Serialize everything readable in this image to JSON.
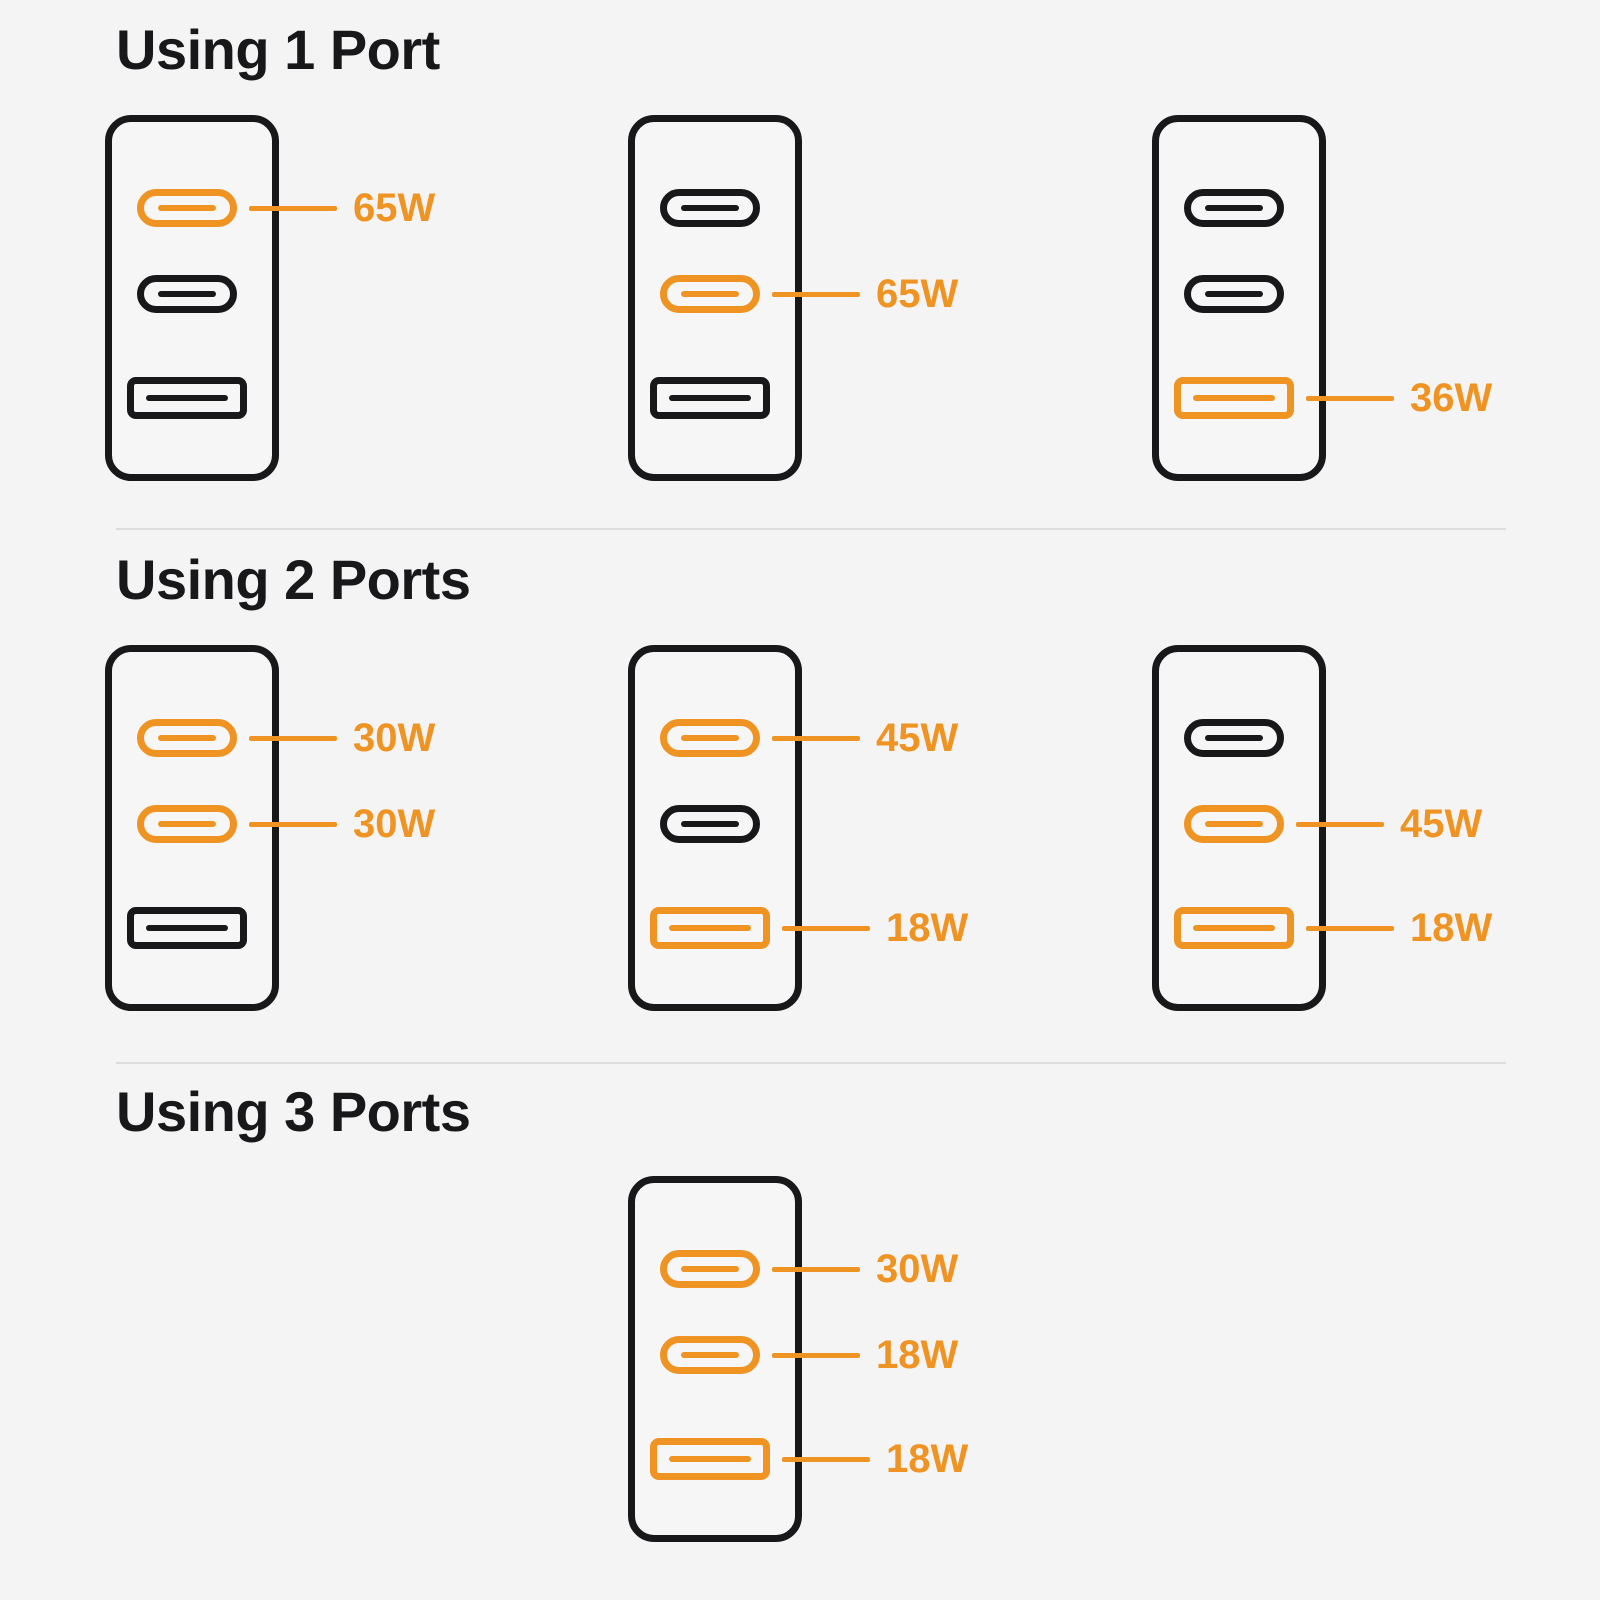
{
  "theme": {
    "background": "#f4f4f4",
    "accent": "#ef9323",
    "outline": "#18181a",
    "divider": "#dcdcdc"
  },
  "sections": [
    {
      "id": "using-1-port",
      "title": "Using 1 Port",
      "devices": [
        {
          "id": "row1-device1",
          "ports": [
            {
              "type": "usb-c",
              "active": true,
              "label": "65W"
            },
            {
              "type": "usb-c",
              "active": false,
              "label": ""
            },
            {
              "type": "usb-a",
              "active": false,
              "label": ""
            }
          ]
        },
        {
          "id": "row1-device2",
          "ports": [
            {
              "type": "usb-c",
              "active": false,
              "label": ""
            },
            {
              "type": "usb-c",
              "active": true,
              "label": "65W"
            },
            {
              "type": "usb-a",
              "active": false,
              "label": ""
            }
          ]
        },
        {
          "id": "row1-device3",
          "ports": [
            {
              "type": "usb-c",
              "active": false,
              "label": ""
            },
            {
              "type": "usb-c",
              "active": false,
              "label": ""
            },
            {
              "type": "usb-a",
              "active": true,
              "label": "36W"
            }
          ]
        }
      ]
    },
    {
      "id": "using-2-ports",
      "title": "Using 2 Ports",
      "devices": [
        {
          "id": "row2-device1",
          "ports": [
            {
              "type": "usb-c",
              "active": true,
              "label": "30W"
            },
            {
              "type": "usb-c",
              "active": true,
              "label": "30W"
            },
            {
              "type": "usb-a",
              "active": false,
              "label": ""
            }
          ]
        },
        {
          "id": "row2-device2",
          "ports": [
            {
              "type": "usb-c",
              "active": true,
              "label": "45W"
            },
            {
              "type": "usb-c",
              "active": false,
              "label": ""
            },
            {
              "type": "usb-a",
              "active": true,
              "label": "18W"
            }
          ]
        },
        {
          "id": "row2-device3",
          "ports": [
            {
              "type": "usb-c",
              "active": false,
              "label": ""
            },
            {
              "type": "usb-c",
              "active": true,
              "label": "45W"
            },
            {
              "type": "usb-a",
              "active": true,
              "label": "18W"
            }
          ]
        }
      ]
    },
    {
      "id": "using-3-ports",
      "title": "Using 3 Ports",
      "devices": [
        {
          "id": "row3-device1",
          "ports": [
            {
              "type": "usb-c",
              "active": true,
              "label": "30W"
            },
            {
              "type": "usb-c",
              "active": true,
              "label": "18W"
            },
            {
              "type": "usb-a",
              "active": true,
              "label": "18W"
            }
          ]
        }
      ]
    }
  ]
}
